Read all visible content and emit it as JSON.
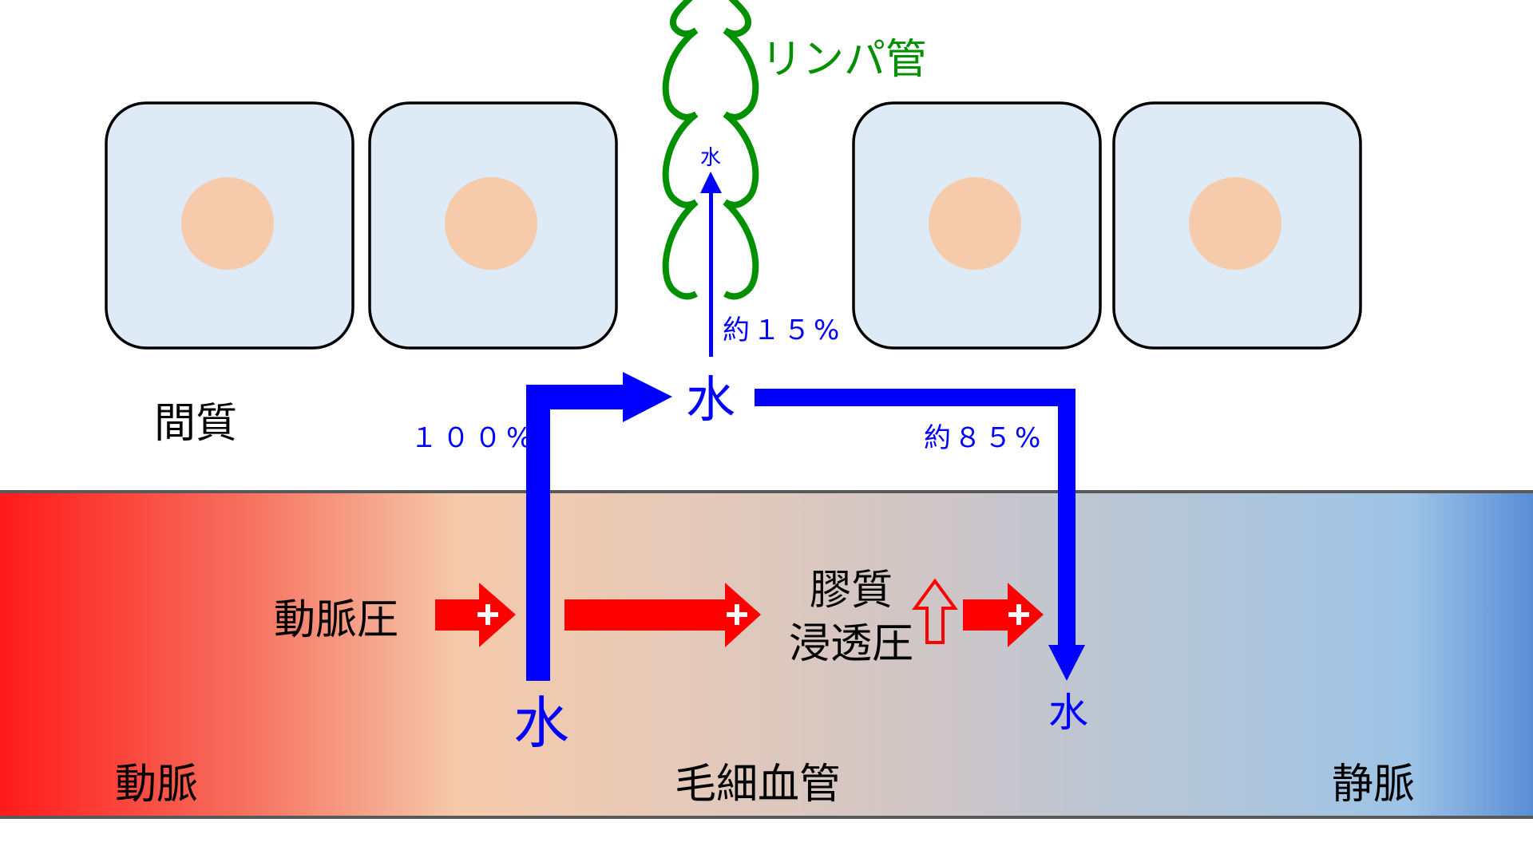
{
  "labels": {
    "lymph_vessel": "リンパ管",
    "interstitium": "間質",
    "water_center": "水",
    "water_lymph": "水",
    "water_artery_side": "水",
    "water_vein_side": "水",
    "pct_lymph": "約１５%",
    "pct_total": "１００%",
    "pct_vein": "約８５%",
    "arterial_pressure": "動脈圧",
    "colloid_line1": "膠質",
    "colloid_line2": "浸透圧",
    "artery": "動脈",
    "capillary": "毛細血管",
    "vein": "静脈"
  },
  "colors": {
    "water": "#0000ff",
    "lymph": "#009000",
    "pressure": "#ff0000",
    "cell_fill": "#deeaf6",
    "nucleus": "#f6cbab"
  }
}
